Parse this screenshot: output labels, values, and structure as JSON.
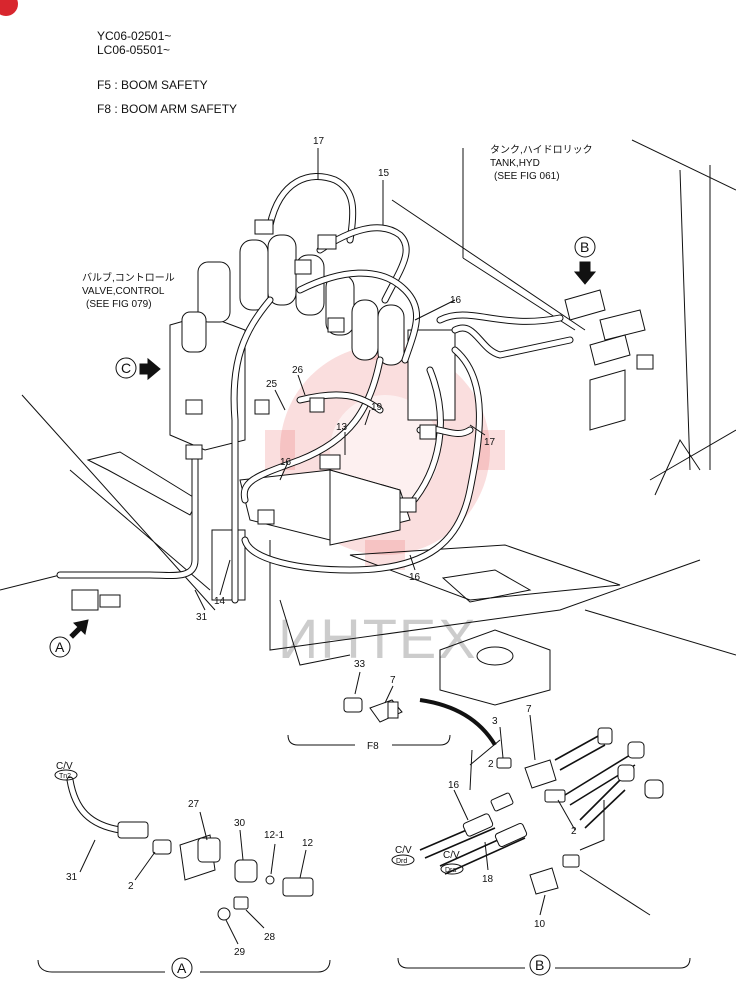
{
  "header": {
    "serial_1": "YC06-02501~",
    "serial_2": "LC06-05501~",
    "f5": "F5 : BOOM SAFETY",
    "f8": "F8 : BOOM ARM SAFETY"
  },
  "callouts": {
    "tank_jp": "タンク,ハイドロリック",
    "tank_en": "TANK,HYD",
    "tank_ref": "(SEE FIG 061)",
    "valve_jp": "バルブ,コントロール",
    "valve_en": "VALVE,CONTROL",
    "valve_ref": "(SEE FIG 079)"
  },
  "views": {
    "a": "A",
    "b": "B",
    "c": "C",
    "f8": "F8",
    "cv": "C/V",
    "tn2": "Tn2",
    "drd": "Drd",
    "dra": "Dra"
  },
  "parts": {
    "p17": "17",
    "p15": "15",
    "p16": "16",
    "p19": "19",
    "p13": "13",
    "p25": "25",
    "p26": "26",
    "p31": "31",
    "p14": "14",
    "p33": "33",
    "p7": "7",
    "p3": "3",
    "p2": "2",
    "p18": "18",
    "p10": "10",
    "p27": "27",
    "p30": "30",
    "p12_1": "12-1",
    "p12": "12",
    "p28": "28",
    "p29": "29"
  },
  "watermark": "ИНТЕХ",
  "colors": {
    "watermark": "#e24a4a",
    "ink": "#111111"
  }
}
